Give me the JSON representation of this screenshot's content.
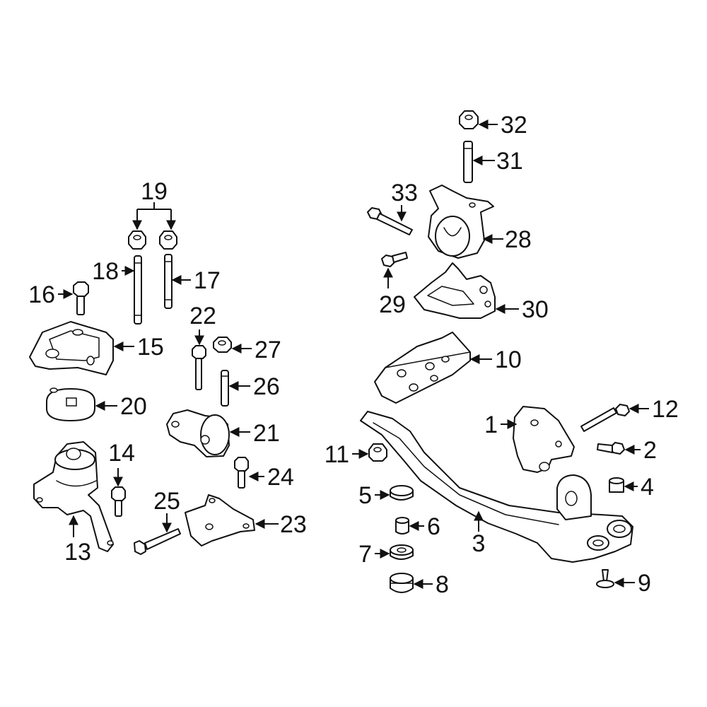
{
  "callouts": [
    {
      "id": "c1",
      "text": "1"
    },
    {
      "id": "c2",
      "text": "2"
    },
    {
      "id": "c3",
      "text": "3"
    },
    {
      "id": "c4",
      "text": "4"
    },
    {
      "id": "c5",
      "text": "5"
    },
    {
      "id": "c6",
      "text": "6"
    },
    {
      "id": "c7",
      "text": "7"
    },
    {
      "id": "c8",
      "text": "8"
    },
    {
      "id": "c9",
      "text": "9"
    },
    {
      "id": "c10",
      "text": "10"
    },
    {
      "id": "c11",
      "text": "11"
    },
    {
      "id": "c12",
      "text": "12"
    },
    {
      "id": "c13",
      "text": "13"
    },
    {
      "id": "c14",
      "text": "14"
    },
    {
      "id": "c15",
      "text": "15"
    },
    {
      "id": "c16",
      "text": "16"
    },
    {
      "id": "c17",
      "text": "17"
    },
    {
      "id": "c18",
      "text": "18"
    },
    {
      "id": "c19",
      "text": "19"
    },
    {
      "id": "c20",
      "text": "20"
    },
    {
      "id": "c21",
      "text": "21"
    },
    {
      "id": "c22",
      "text": "22"
    },
    {
      "id": "c23",
      "text": "23"
    },
    {
      "id": "c24",
      "text": "24"
    },
    {
      "id": "c25",
      "text": "25"
    },
    {
      "id": "c26",
      "text": "26"
    },
    {
      "id": "c27",
      "text": "27"
    },
    {
      "id": "c28",
      "text": "28"
    },
    {
      "id": "c29",
      "text": "29"
    },
    {
      "id": "c30",
      "text": "30"
    },
    {
      "id": "c31",
      "text": "31"
    },
    {
      "id": "c32",
      "text": "32"
    },
    {
      "id": "c33",
      "text": "33"
    }
  ],
  "colors": {
    "line": "#111111",
    "background": "#ffffff"
  }
}
